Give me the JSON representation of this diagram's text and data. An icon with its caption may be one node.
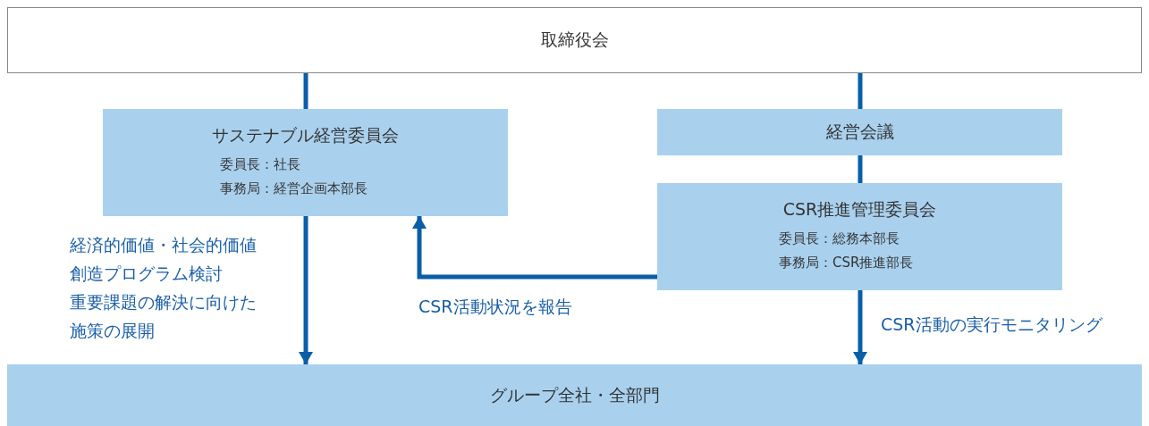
{
  "diagram": {
    "nodes": [
      {
        "text": [
          "取締役会"
        ]
      },
      {
        "text": [
          "サステナブル経営委員会",
          "委員長：社長",
          "事務局：経営企画本部長"
        ]
      },
      {
        "text": [
          "経営会議"
        ]
      },
      {
        "text": [
          "CSR推進管理委員会",
          "委員長：総務本部長",
          "事務局：CSR推進部長"
        ]
      },
      {
        "text": [
          "グループ全社・全部門"
        ]
      }
    ],
    "edges": [
      {
        "from": 0,
        "to": 1,
        "arrow": "none"
      },
      {
        "from": 0,
        "to": 2,
        "arrow": "none"
      },
      {
        "from": 2,
        "to": 3,
        "arrow": "none"
      },
      {
        "from": 1,
        "to": 4,
        "arrow": "to",
        "label": "経済的価値・社会的価値創造プログラム検討"
      },
      {
        "from": 3,
        "to": 1,
        "arrow": "to",
        "label": "CSR活動状況を報告"
      },
      {
        "from": 3,
        "to": 4,
        "arrow": "to",
        "label": "CSR活動の実行モニタリング"
      }
    ],
    "labels": [
      "重要課題の解決に向けた施策の展開"
    ]
  }
}
